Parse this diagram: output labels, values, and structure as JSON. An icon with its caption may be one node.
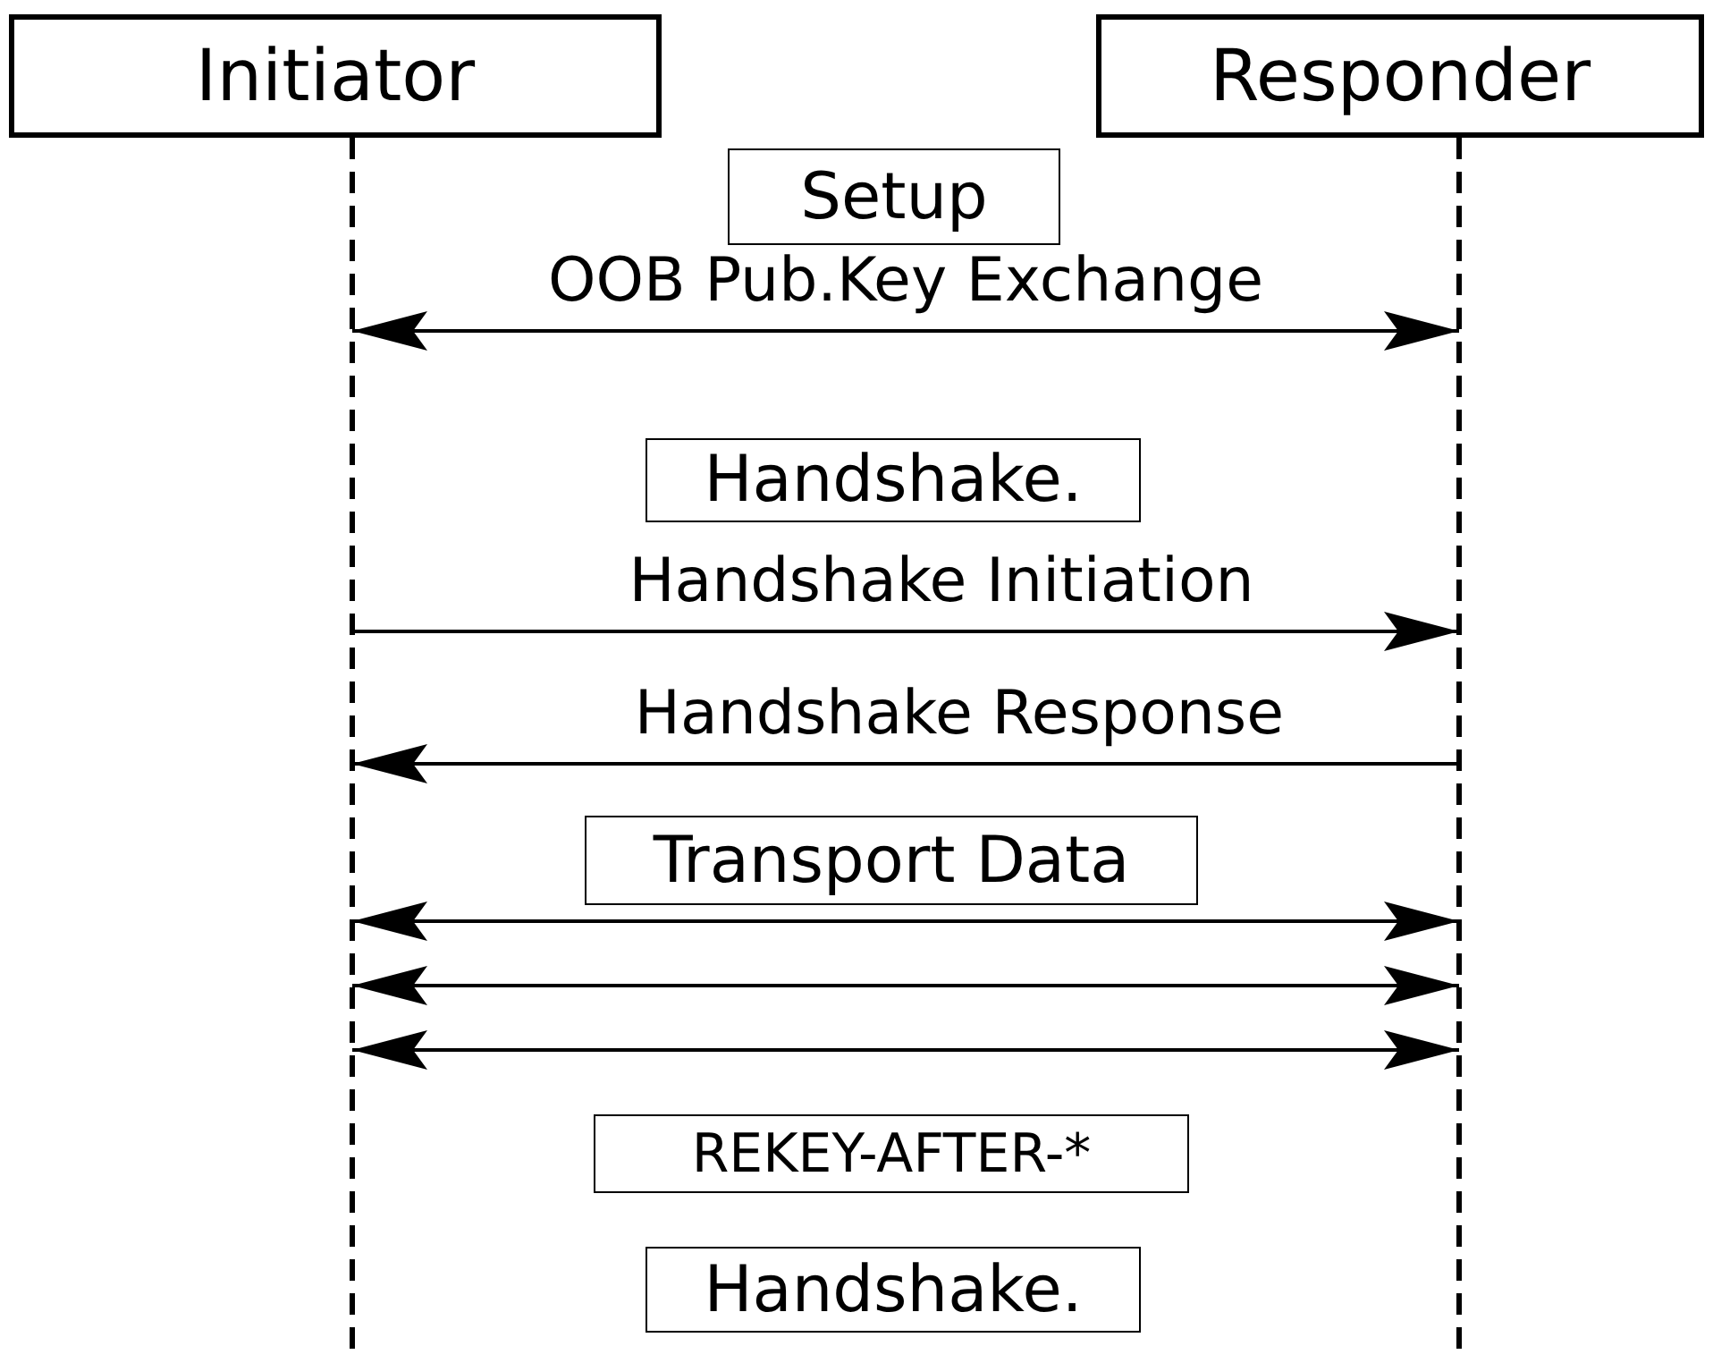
{
  "diagram": {
    "nodes": [
      {
        "text": [
          "Initiator"
        ]
      },
      {
        "text": [
          "Responder"
        ]
      },
      {
        "text": [
          "Setup"
        ]
      },
      {
        "text": [
          "Handshake."
        ]
      },
      {
        "text": [
          "Transport Data"
        ]
      },
      {
        "text": [
          "REKEY-AFTER-*"
        ]
      },
      {
        "text": [
          "Handshake."
        ]
      }
    ],
    "edges": [
      {
        "from": 0,
        "to": 1,
        "arrow": "both",
        "label": "OOB Pub.Key Exchange"
      },
      {
        "from": 0,
        "to": 1,
        "arrow": "to",
        "label": "Handshake Initiation"
      },
      {
        "from": 1,
        "to": 0,
        "arrow": "to",
        "label": "Handshake Response"
      },
      {
        "from": 0,
        "to": 1,
        "arrow": "both"
      },
      {
        "from": 0,
        "to": 1,
        "arrow": "both"
      },
      {
        "from": 0,
        "to": 1,
        "arrow": "both"
      }
    ]
  }
}
